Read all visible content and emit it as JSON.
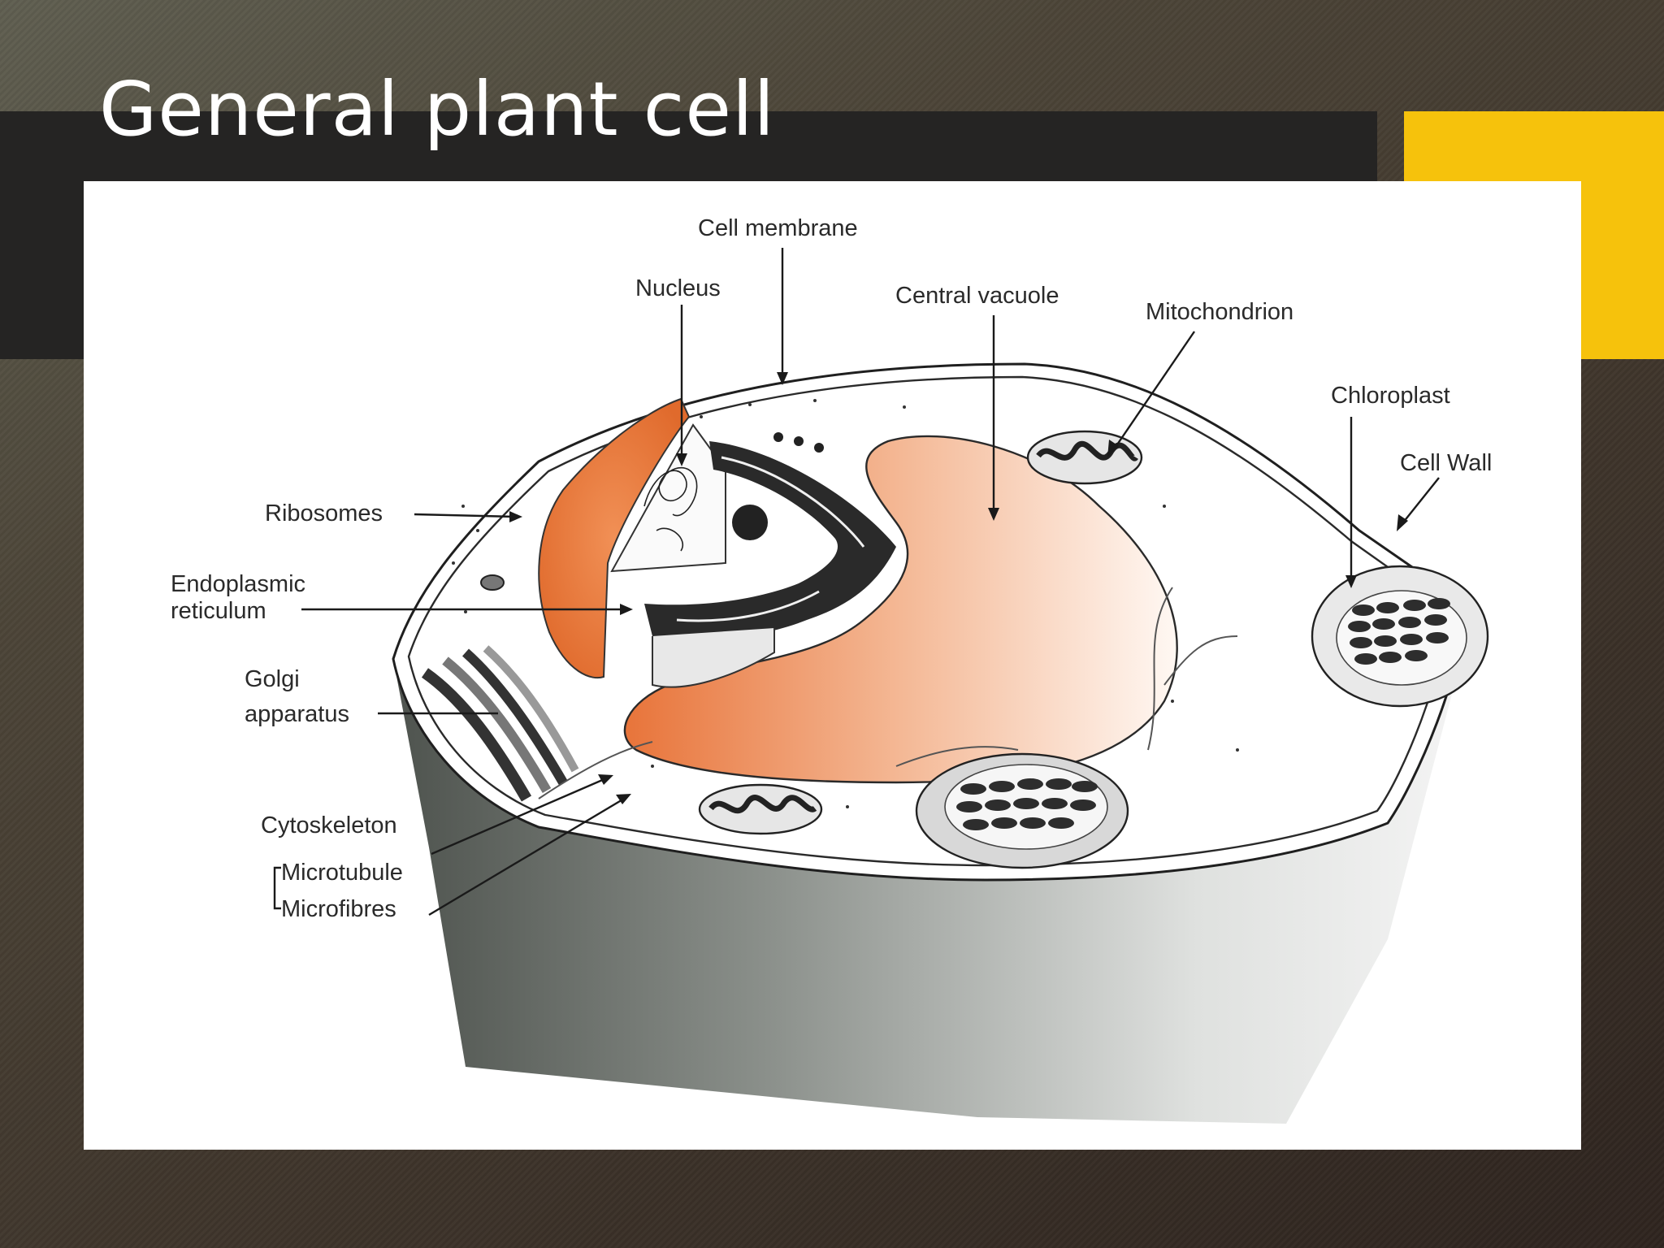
{
  "slide": {
    "title": "General plant cell"
  },
  "colors": {
    "title_band": "#252423",
    "accent": "#f6c20c",
    "nucleus": "#e8783a",
    "vacuole_light": "#fdf1ea",
    "cell_wall_dark": "#5a5f5a",
    "organelle_dark": "#2a2a2a"
  },
  "diagram": {
    "labels": {
      "cell_membrane": "Cell membrane",
      "nucleus": "Nucleus",
      "central_vacuole": "Central vacuole",
      "mitochondrion": "Mitochondrion",
      "chloroplast": "Chloroplast",
      "cell_wall": "Cell Wall",
      "ribosomes": "Ribosomes",
      "endoplasmic_1": "Endoplasmic",
      "endoplasmic_2": "reticulum",
      "golgi_1": "Golgi",
      "golgi_2": "apparatus",
      "cytoskeleton": "Cytoskeleton",
      "microtubule": "Microtubule",
      "microfibres": "Microfibres"
    }
  }
}
